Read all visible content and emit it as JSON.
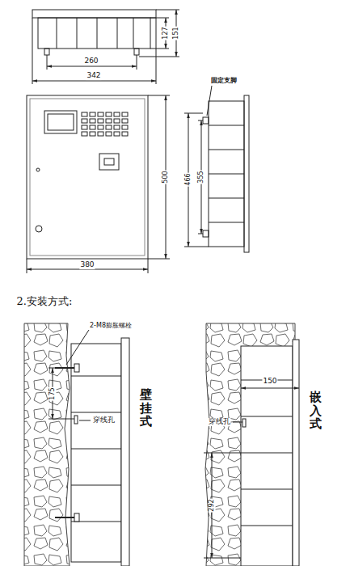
{
  "diagram": {
    "title": "2.安装方式:",
    "labels": [
      "127",
      "151",
      "260",
      "342",
      "500",
      "466",
      "355",
      "380",
      "固定支脚",
      "2-M8膨胀螺栓",
      "175",
      "穿线孔",
      "壁挂式",
      "150",
      "穿线孔",
      "292",
      "嵌入式"
    ]
  }
}
